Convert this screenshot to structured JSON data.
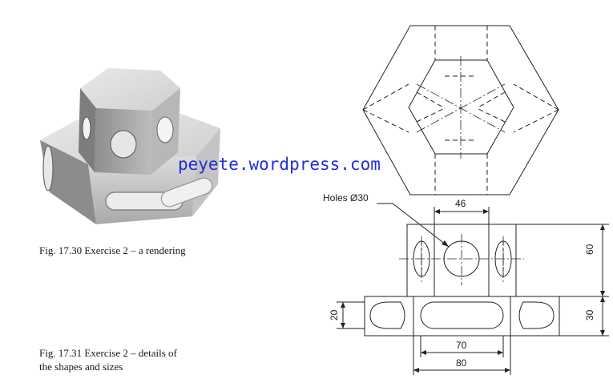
{
  "figure_a": {
    "caption": "Fig. 17.30  Exercise 2 – a rendering"
  },
  "figure_b": {
    "caption_line1": "Fig. 17.31  Exercise 2 – details of",
    "caption_line2": "the shapes and sizes"
  },
  "watermark": "peyete.wordpress.com",
  "drawing": {
    "holes_label": "Holes Ø30",
    "dims": {
      "top_width": "46",
      "upper_height": "60",
      "lower_height": "30",
      "slot_height": "20",
      "slot_length": "70",
      "base_length": "80"
    }
  }
}
